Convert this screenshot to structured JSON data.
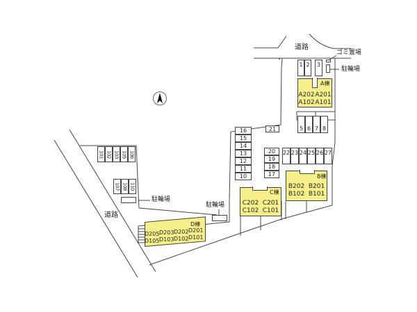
{
  "labels": {
    "road_top": "道路",
    "road_left": "道路",
    "garbage": "ゴミ置場",
    "bike_top": "駐輪場",
    "bike_left": "駐輪場",
    "bike_center": "駐輪場"
  },
  "compass": {
    "icon": "north-arrow-icon"
  },
  "buildings": {
    "A": {
      "name": "A棟",
      "units": [
        "A202",
        "A102",
        "A201",
        "A101"
      ]
    },
    "B": {
      "name": "B棟",
      "units": [
        "B202",
        "B102",
        "B201",
        "B101"
      ]
    },
    "C": {
      "name": "C棟",
      "units": [
        "C202",
        "C102",
        "C201",
        "C101"
      ]
    },
    "D": {
      "name": "D棟",
      "units": [
        "D205",
        "D105",
        "D203",
        "D103",
        "D202",
        "D102",
        "D201",
        "D101"
      ]
    }
  },
  "parking": {
    "top": [
      "1",
      "2",
      "3"
    ],
    "below_a": [
      "5",
      "6",
      "7",
      "8"
    ],
    "left_col": [
      "16",
      "15",
      "14",
      "13",
      "12",
      "11",
      "10"
    ],
    "center": [
      "21"
    ],
    "mid_col": [
      "20",
      "19",
      "18",
      "17"
    ],
    "row": [
      "22",
      "23",
      "24",
      "25",
      "26",
      "27"
    ],
    "west_top": [
      "101",
      "102",
      "103",
      "105",
      "106"
    ],
    "west_bottom": [
      "107",
      "108",
      "110"
    ]
  },
  "colors": {
    "building_fill": "#f7f08a",
    "line": "#444444"
  }
}
